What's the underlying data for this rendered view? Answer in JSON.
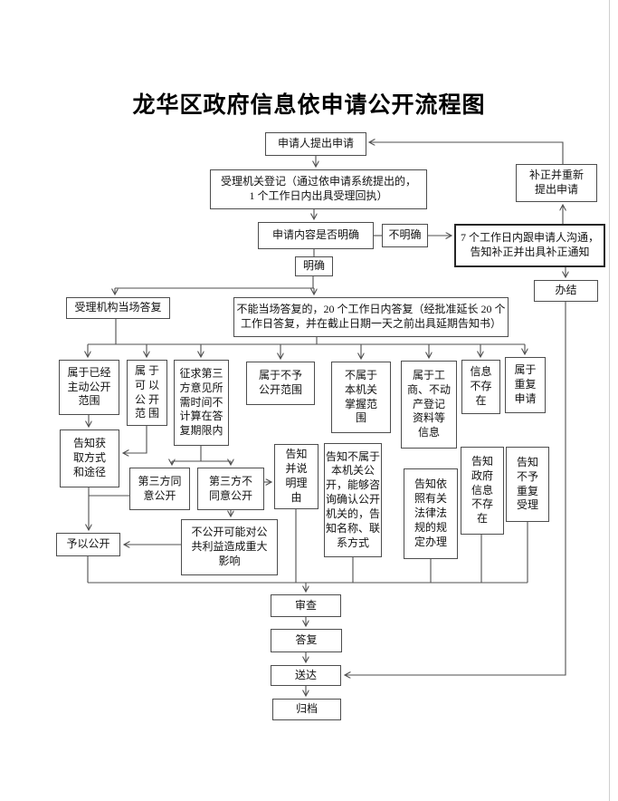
{
  "page": {
    "title": "龙华区政府信息依申请公开流程图"
  },
  "colors": {
    "line": "#4f4f4f",
    "box_border": "#4d4d4d",
    "text": "#111111",
    "page_edge": "#cfcfcf"
  },
  "nodes": {
    "apply": {
      "label": "申请人提出申请"
    },
    "register": {
      "label": "受理机关登记（通过依申请系统提出的，\n1 个工作日内出具受理回执）"
    },
    "clearq": {
      "label": "申请内容是否明确"
    },
    "unclear": {
      "label": "不明确"
    },
    "communicate": {
      "label": "7 个工作日内跟申请人沟通，\n告知补正并出具补正通知"
    },
    "correct": {
      "label": "补正并重新\n提出申请"
    },
    "done": {
      "label": "办结"
    },
    "clear": {
      "label": "明确"
    },
    "onspot": {
      "label": "受理机构当场答复"
    },
    "notonspot": {
      "label": "不能当场答复的，20 个工作日内答复（经批准延长 20 个\n工作日答复，并在截止日期一天之前出具延期告知书）"
    },
    "b1": {
      "label": "属于已经\n主动公开\n范围"
    },
    "b2": {
      "label": "属 于\n可 以\n公 开\n范 围"
    },
    "b3": {
      "label": "征求第三\n方意见所\n需时间不\n计算在答\n复期限内"
    },
    "b4": {
      "label": "属于不予\n公开范围"
    },
    "b5": {
      "label": "不属于\n本机关\n掌握范\n围"
    },
    "b6": {
      "label": "属于工\n商、不动\n产登记\n资料等\n信息"
    },
    "b7": {
      "label": "信息\n不存\n在"
    },
    "b8": {
      "label": "属于\n重复\n申请"
    },
    "c1": {
      "label": "告知获\n取方式\n和途径"
    },
    "c2": {
      "label": "第三方同\n意公开"
    },
    "c3": {
      "label": "第三方不\n同意公开"
    },
    "c4": {
      "label": "告知\n并说\n明理\n由"
    },
    "c5": {
      "label": "告知不属于\n本机关公\n开，能够咨\n询确认公开\n机关的，告\n知名称、联\n系方式"
    },
    "c6": {
      "label": "告知依\n照有关\n法律法\n规的规\n定办理"
    },
    "c7": {
      "label": "告知\n政府\n信息\n不存\n在"
    },
    "c8": {
      "label": "告知\n不予\n重复\n受理"
    },
    "d1": {
      "label": "予以公开"
    },
    "d2": {
      "label": "不公开可能对公\n共利益造成重大\n影响"
    },
    "e1": {
      "label": "审查"
    },
    "e2": {
      "label": "答复"
    },
    "e3": {
      "label": "送达"
    },
    "e4": {
      "label": "归档"
    }
  }
}
